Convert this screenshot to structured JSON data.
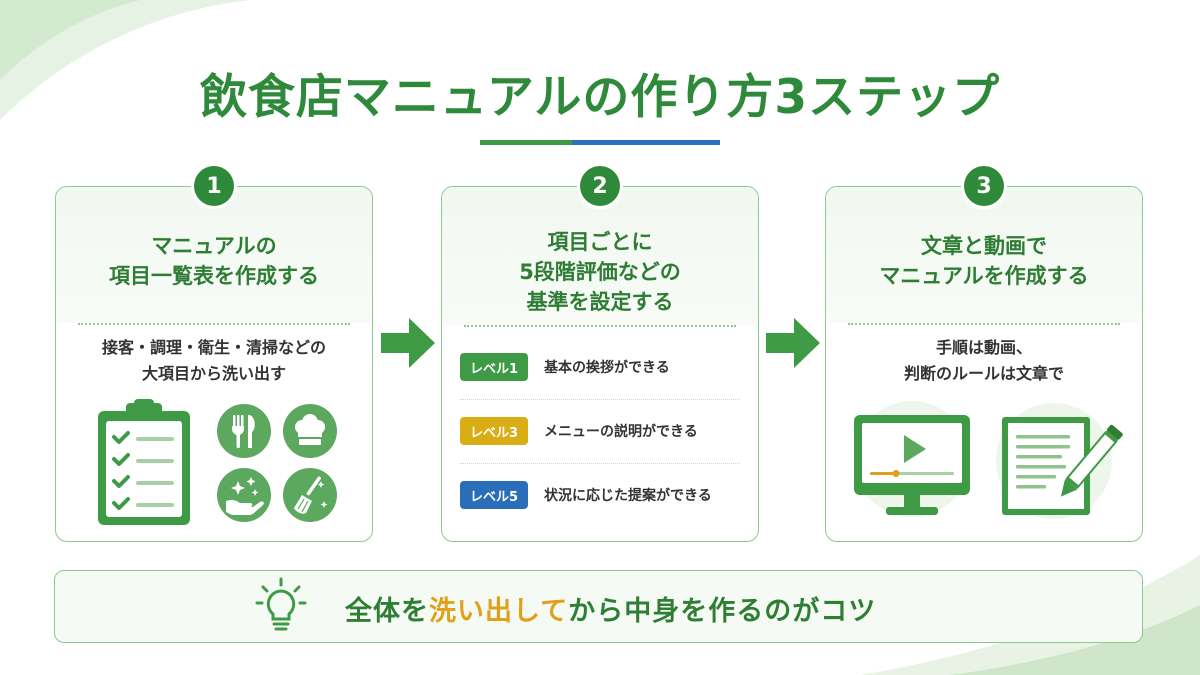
{
  "title": "飲食店マニュアルの作り方3ステップ",
  "colors": {
    "primary_green": "#2e8a3a",
    "accent_blue": "#2a72c0",
    "accent_yellow": "#e0a01c",
    "level1": "#3f9a45",
    "level3": "#d9ae14",
    "level5": "#2a6db8"
  },
  "steps": [
    {
      "number": "1",
      "title_lines": [
        "マニュアルの",
        "項目一覧表を作成する"
      ],
      "desc_lines": [
        "接客・調理・衛生・清掃などの",
        "大項目から洗い出す"
      ],
      "icons": [
        "clipboard-checklist-icon",
        "fork-knife-icon",
        "chef-hat-icon",
        "hand-sparkle-icon",
        "broom-icon"
      ]
    },
    {
      "number": "2",
      "title_lines": [
        "項目ごとに",
        "5段階評価などの",
        "基準を設定する"
      ],
      "levels": [
        {
          "tag": "レベル1",
          "text": "基本の挨拶ができる"
        },
        {
          "tag": "レベル3",
          "text": "メニューの説明ができる"
        },
        {
          "tag": "レベル5",
          "text": "状況に応じた提案ができる"
        }
      ]
    },
    {
      "number": "3",
      "title_lines": [
        "文章と動画で",
        "マニュアルを作成する"
      ],
      "desc_lines": [
        "手順は動画、",
        "判断のルールは文章で"
      ],
      "icons": [
        "video-monitor-icon",
        "document-pencil-icon"
      ]
    }
  ],
  "tip": {
    "icon": "lightbulb-icon",
    "part1": "全体を",
    "part2": "洗い出して",
    "part3": "から中身を作るのがコツ"
  }
}
